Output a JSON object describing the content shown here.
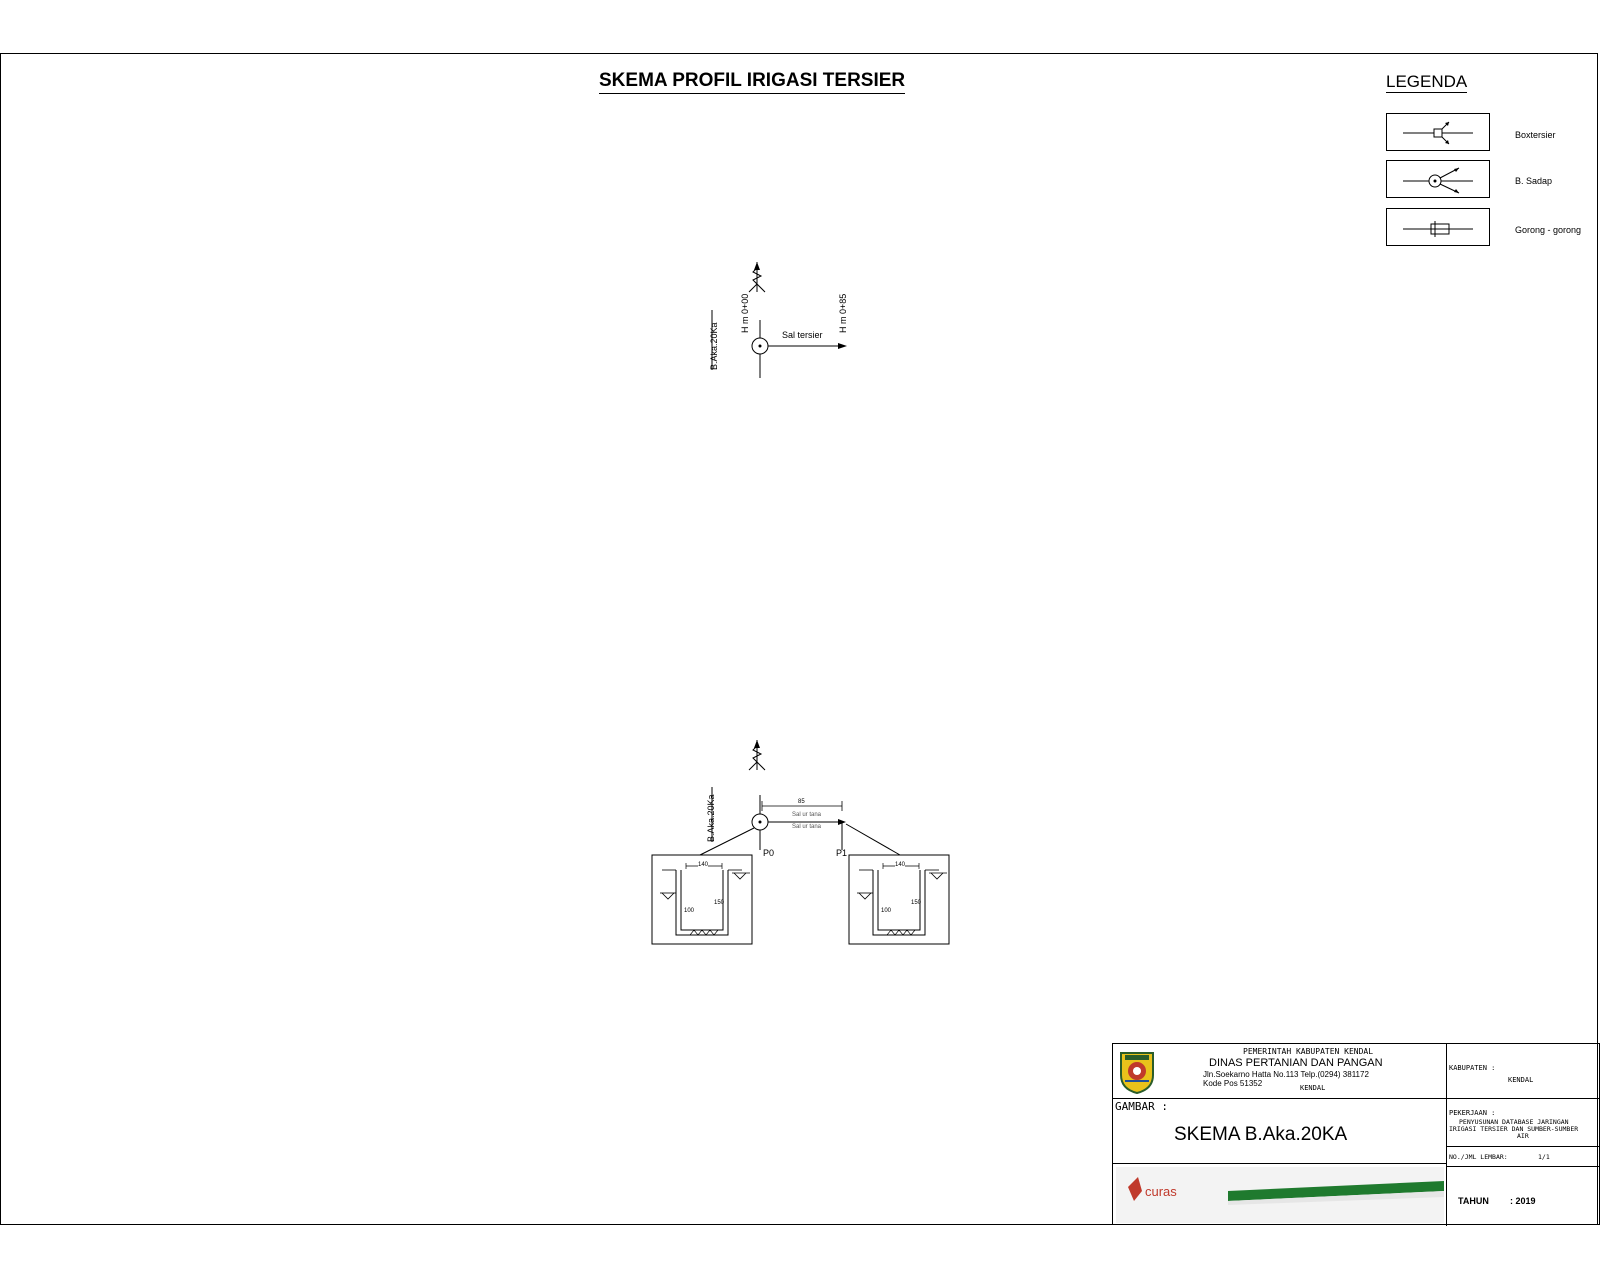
{
  "title": "SKEMA PROFIL IRIGASI TERSIER",
  "legend": {
    "title": "LEGENDA",
    "items": [
      {
        "label": "Boxtersier",
        "icon": "box-tersier-symbol"
      },
      {
        "label": "B. Sadap",
        "icon": "bangunan-sadap-symbol"
      },
      {
        "label": "Gorong - gorong",
        "icon": "culvert-symbol"
      }
    ]
  },
  "schema_top": {
    "bangunan": "B.Aka.20Ka",
    "hm_start": "H m 0+00",
    "hm_end": "H m 0+85",
    "channel": "Sal tersier"
  },
  "schema_bottom": {
    "bangunan": "B.Aka.20Ka",
    "length": "85",
    "channel_label_1": "Sal ur tana",
    "channel_label_2": "Sal ur tana",
    "point_start": "P0",
    "point_end": "P1",
    "sections": [
      {
        "width": "140",
        "depth_left": "100",
        "depth_right": "150"
      },
      {
        "width": "140",
        "depth_left": "100",
        "depth_right": "150"
      }
    ]
  },
  "title_block": {
    "gov": "PEMERINTAH KABUPATEN KENDAL",
    "agency": "DINAS PERTANIAN DAN PANGAN",
    "address": "Jln.Soekarno Hatta No.113 Telp.(0294) 381172",
    "postcode": "Kode Pos 51352",
    "city": "KENDAL",
    "gambar_label": "GAMBAR :",
    "gambar_value": "SKEMA B.Aka.20KA",
    "kabupaten_label": "KABUPATEN :",
    "kabupaten_value": "KENDAL",
    "pekerjaan_label": "PEKERJAAN :",
    "pekerjaan_value_1": "PENYUSUNAN DATABASE JARINGAN",
    "pekerjaan_value_2": "IRIGASI TERSIER DAN SUMBER-SUMBER",
    "pekerjaan_value_3": "AIR",
    "lembar_label": "NO./JML LEMBAR:",
    "lembar_value": "1/1",
    "tahun_label": "TAHUN",
    "tahun_value": ": 2019",
    "consultant_logo_text": "curas"
  },
  "colors": {
    "line": "#000000",
    "consultant_green": "#1f7a2e",
    "consultant_red": "#c0392b"
  }
}
